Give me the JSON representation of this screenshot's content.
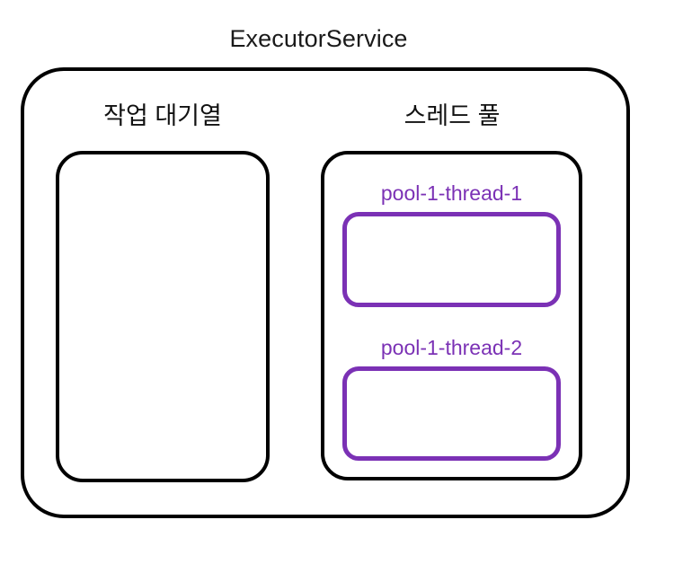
{
  "diagram": {
    "title": "ExecutorService",
    "colors": {
      "outline": "#000000",
      "thread_accent": "#7B31B5",
      "background": "#FFFFFF",
      "title_text": "#1A1A1A"
    },
    "sections": [
      {
        "id": "task-queue",
        "label": "작업 대기열",
        "items": []
      },
      {
        "id": "thread-pool",
        "label": "스레드 풀",
        "threads": [
          {
            "name": "pool-1-thread-1",
            "tasks": []
          },
          {
            "name": "pool-1-thread-2",
            "tasks": []
          }
        ]
      }
    ]
  }
}
